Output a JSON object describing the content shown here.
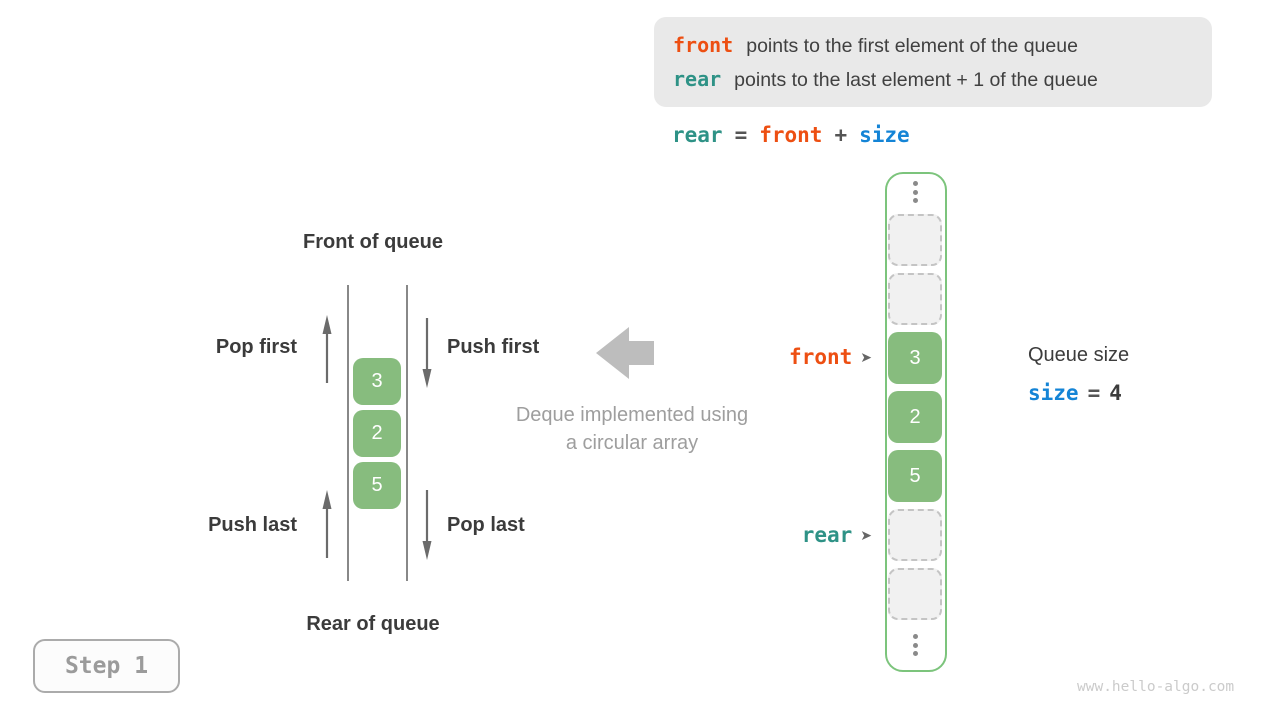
{
  "colors": {
    "orange": "#ed4f12",
    "teal": "#2e9286",
    "blue": "#1484d6",
    "cell_green": "#87bc7e",
    "frame_green": "#7cc47c",
    "gray_box": "#e9e9e9",
    "muted_text": "#9e9e9e"
  },
  "info_box": {
    "lines": [
      {
        "keyword": "front",
        "text": "points to the first element of the queue"
      },
      {
        "keyword": "rear",
        "text": "points to the last element + 1 of the queue"
      }
    ]
  },
  "formula": {
    "lhs": "rear",
    "eq": "=",
    "a": "front",
    "plus": "+",
    "b": "size"
  },
  "left_diagram": {
    "front_label": "Front of queue",
    "rear_label": "Rear of queue",
    "pop_first": "Pop first",
    "push_first": "Push first",
    "push_last": "Push last",
    "pop_last": "Pop last",
    "values": [
      "3",
      "2",
      "5"
    ]
  },
  "middle": {
    "caption_line1": "Deque implemented using",
    "caption_line2": "a circular array"
  },
  "array": {
    "cells": [
      {
        "type": "ellipsis"
      },
      {
        "type": "empty"
      },
      {
        "type": "empty"
      },
      {
        "type": "filled",
        "value": "3"
      },
      {
        "type": "filled",
        "value": "2"
      },
      {
        "type": "filled",
        "value": "5"
      },
      {
        "type": "empty"
      },
      {
        "type": "empty"
      },
      {
        "type": "ellipsis"
      }
    ],
    "front_pointer": "front",
    "rear_pointer": "rear",
    "pointer_arrow": "➤"
  },
  "queue_size": {
    "title": "Queue size",
    "var": "size",
    "equals": "=",
    "value": "4"
  },
  "step_badge": "Step 1",
  "watermark": "www.hello-algo.com"
}
